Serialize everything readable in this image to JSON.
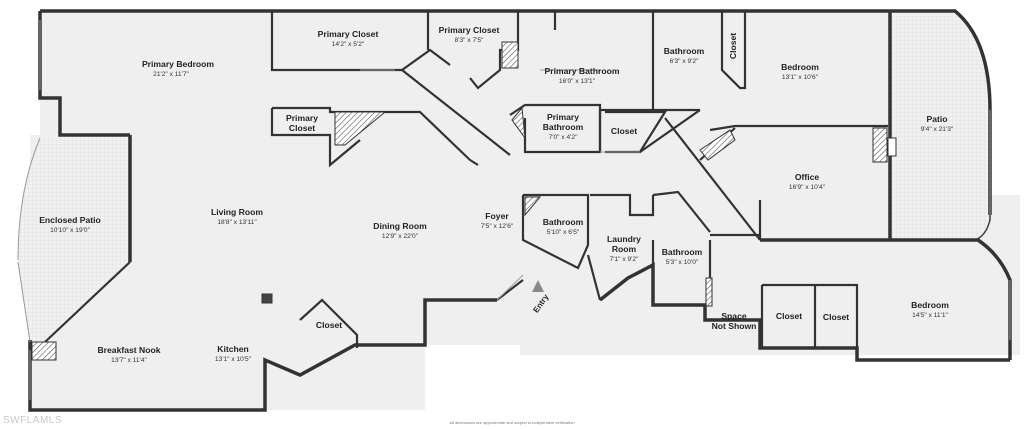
{
  "rooms": {
    "primary_bedroom": {
      "name": "Primary Bedroom",
      "dim": "21'2\" x 11'7\""
    },
    "primary_closet_top": {
      "name": "Primary Closet",
      "dim": "14'2\" x 5'2\""
    },
    "primary_closet_mid": {
      "name": "Primary Closet",
      "dim": "8'3\" x 7'5\""
    },
    "primary_closet_small": {
      "name": "Primary",
      "name2": "Closet"
    },
    "primary_bathroom": {
      "name": "Primary Bathroom",
      "dim": "16'0\" x 13'1\""
    },
    "primary_bathroom_small": {
      "name": "Primary",
      "name2": "Bathroom",
      "dim": "7'0\" x 4'2\""
    },
    "closet_mid": {
      "name": "Closet"
    },
    "bathroom_top": {
      "name": "Bathroom",
      "dim": "6'3\" x 9'2\""
    },
    "closet_top": {
      "name": "Closet"
    },
    "bedroom_top": {
      "name": "Bedroom",
      "dim": "13'1\" x 10'6\""
    },
    "patio": {
      "name": "Patio",
      "dim": "9'4\" x 21'3\""
    },
    "office": {
      "name": "Office",
      "dim": "16'9\" x 10'4\""
    },
    "enclosed_patio": {
      "name": "Enclosed Patio",
      "dim": "10'10\" x 19'0\""
    },
    "living_room": {
      "name": "Living Room",
      "dim": "18'8\" x 13'11\""
    },
    "dining_room": {
      "name": "Dining Room",
      "dim": "12'9\" x 22'0\""
    },
    "foyer": {
      "name": "Foyer",
      "dim": "7'5\" x 12'6\""
    },
    "bathroom_center": {
      "name": "Bathroom",
      "dim": "5'10\" x 6'5\""
    },
    "laundry_room": {
      "name": "Laundry",
      "name2": "Room",
      "dim": "7'1\" x 9'2\""
    },
    "bathroom_right": {
      "name": "Bathroom",
      "dim": "5'3\" x 10'0\""
    },
    "space_not_shown": {
      "name": "Space",
      "name2": "Not Shown"
    },
    "closet_right_a": {
      "name": "Closet"
    },
    "closet_right_b": {
      "name": "Closet"
    },
    "bedroom_right": {
      "name": "Bedroom",
      "dim": "14'5\" x 11'1\""
    },
    "closet_kitchen": {
      "name": "Closet"
    },
    "breakfast_nook": {
      "name": "Breakfast Nook",
      "dim": "13'7\" x 11'4\""
    },
    "kitchen": {
      "name": "Kitchen",
      "dim": "13'1\" x 10'5\""
    }
  },
  "entry_label": "Entry",
  "watermark": "SWFLAMLS",
  "disclaimer": "All dimensions are approximate and subject to independent verification"
}
